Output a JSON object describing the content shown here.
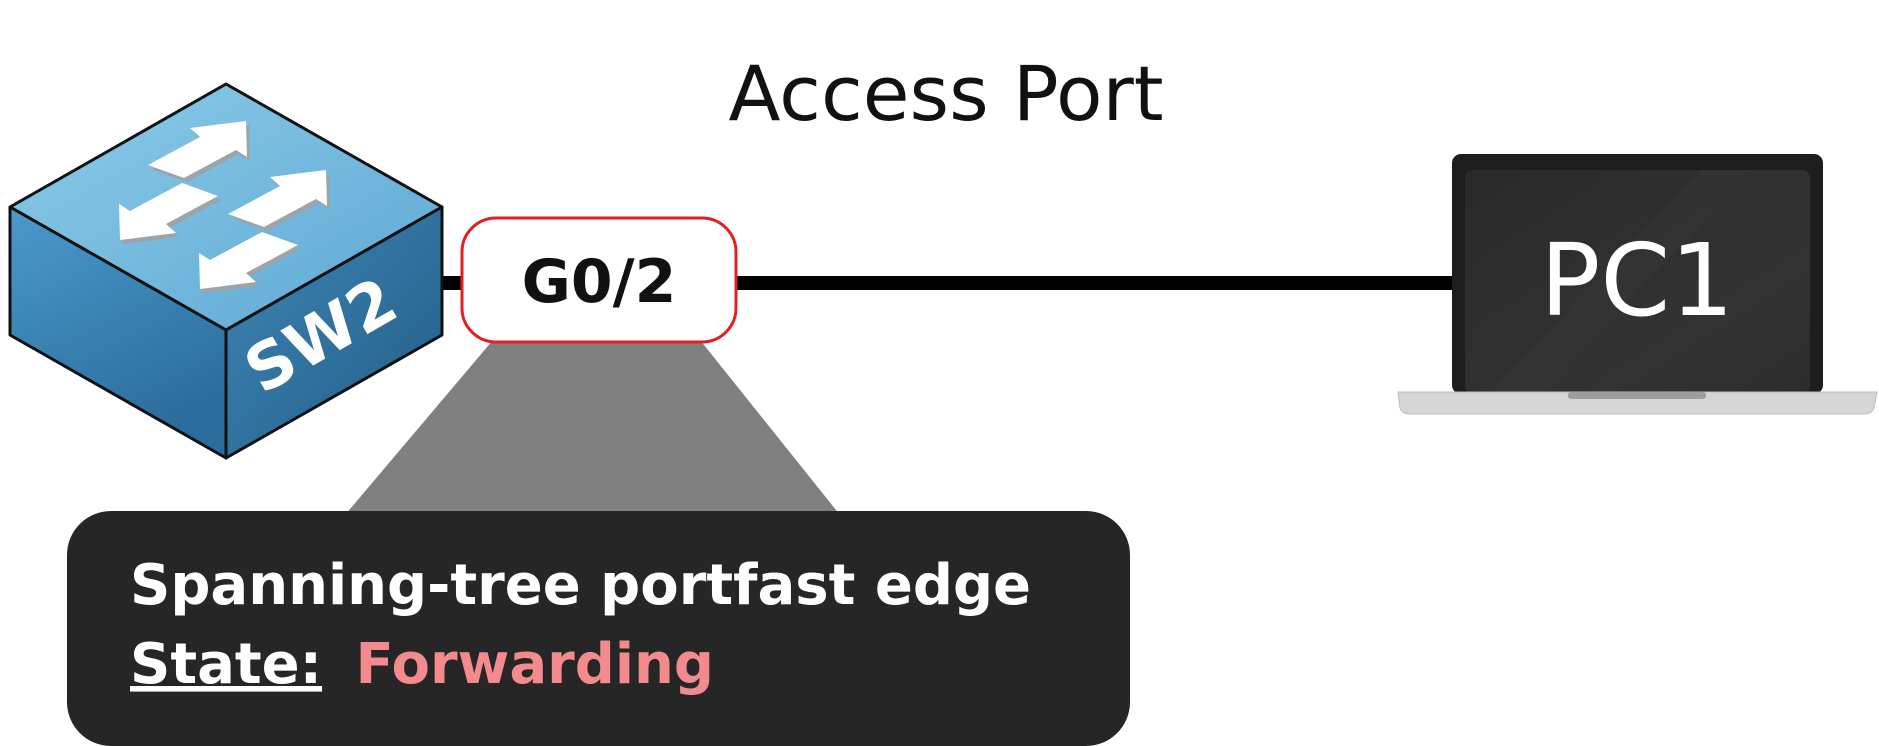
{
  "title": "Access Port",
  "switch": {
    "label": "SW2",
    "icon": "switch-icon"
  },
  "port": {
    "label": "G0/2"
  },
  "pc": {
    "label": "PC1",
    "icon": "laptop-icon"
  },
  "info": {
    "line1": "Spanning-tree portfast edge",
    "state_label": "State:",
    "state_value": "Forwarding"
  },
  "colors": {
    "switch_top": "#7fbfe0",
    "switch_front": "#3a86b5",
    "switch_side": "#2f6f98",
    "port_border": "#e31e24",
    "info_bg": "#262626",
    "state_value": "#f38b8e",
    "link": "#000000"
  }
}
